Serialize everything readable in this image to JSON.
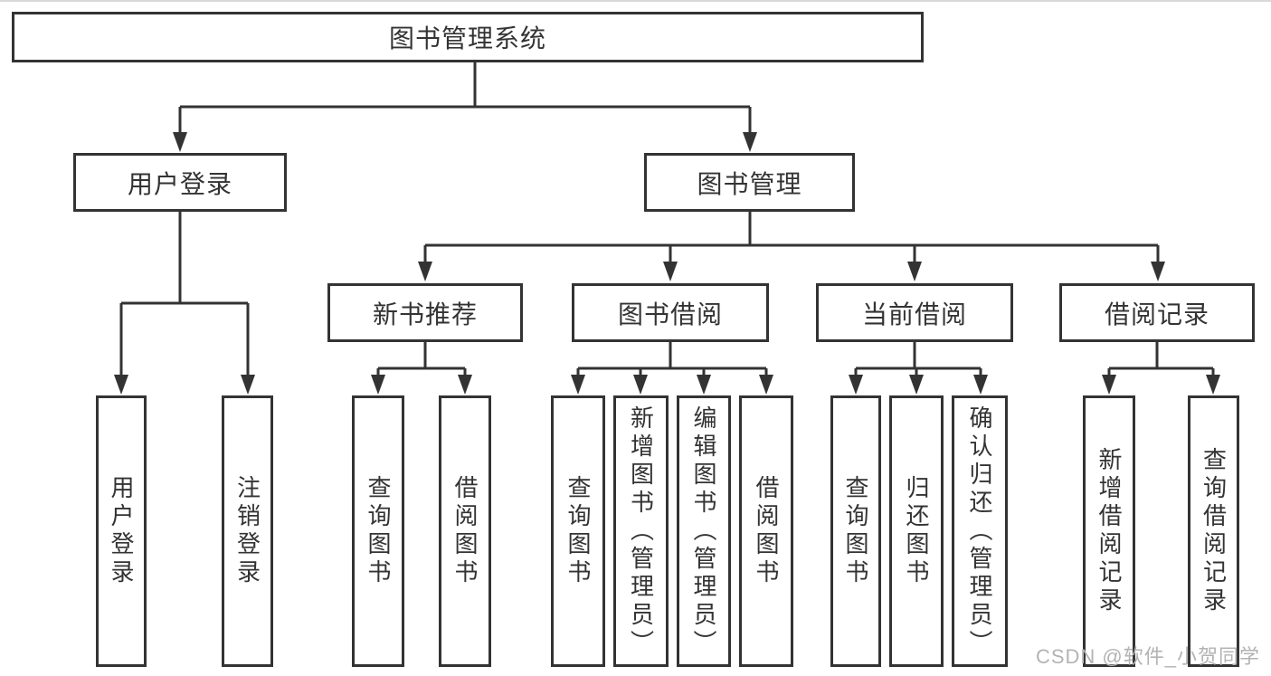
{
  "colors": {
    "line": "#333333",
    "text": "#333333",
    "watermark": "#b3b3b3",
    "background": "#ffffff"
  },
  "tree": {
    "root": {
      "label": "图书管理系统"
    },
    "branches": [
      {
        "label": "用户登录",
        "children": [
          {
            "label": "用户登录"
          },
          {
            "label": "注销登录"
          }
        ]
      },
      {
        "label": "图书管理",
        "children": [
          {
            "label": "新书推荐",
            "children": [
              {
                "label": "查询图书"
              },
              {
                "label": "借阅图书"
              }
            ]
          },
          {
            "label": "图书借阅",
            "children": [
              {
                "label": "查询图书"
              },
              {
                "label": "新增图书（管理员）"
              },
              {
                "label": "编辑图书（管理员）"
              },
              {
                "label": "借阅图书"
              }
            ]
          },
          {
            "label": "当前借阅",
            "children": [
              {
                "label": "查询图书"
              },
              {
                "label": "归还图书"
              },
              {
                "label": "确认归还（管理员）"
              }
            ]
          },
          {
            "label": "借阅记录",
            "children": [
              {
                "label": "新增借阅记录"
              },
              {
                "label": "查询借阅记录"
              }
            ]
          }
        ]
      }
    ]
  },
  "watermark": {
    "text": "CSDN @软件_小贺同学"
  }
}
